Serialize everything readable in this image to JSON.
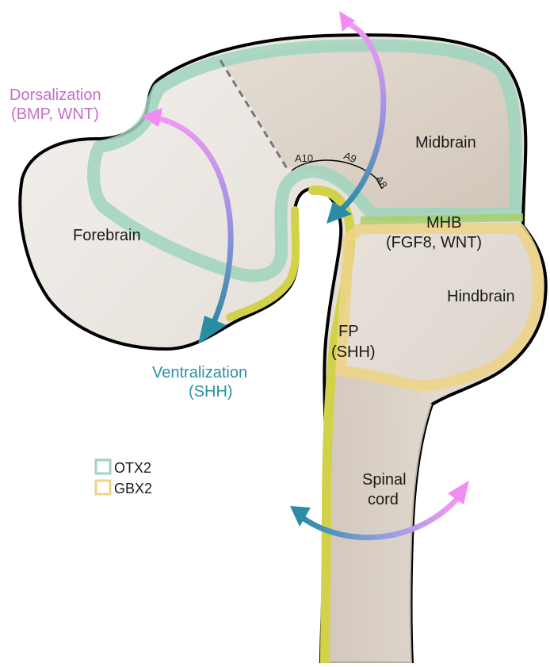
{
  "labels": {
    "dorsalization": "Dorsalization",
    "dorsalization_signals": "(BMP, WNT)",
    "ventralization": "Ventralization",
    "ventralization_signals": "(SHH)",
    "forebrain": "Forebrain",
    "midbrain": "Midbrain",
    "mhb": "MHB",
    "mhb_signals": "(FGF8, WNT)",
    "hindbrain": "Hindbrain",
    "fp": "FP",
    "fp_signals": "(SHH)",
    "spinal": "Spinal",
    "cord": "cord",
    "a10": "A10",
    "a9": "A9",
    "a8": "A8"
  },
  "legend": [
    {
      "label": "OTX2",
      "color": "#9fd5bd"
    },
    {
      "label": "GBX2",
      "color": "#ecd48a"
    }
  ],
  "colors": {
    "dorsal": "#c86ec8",
    "ventral": "#2a90a4",
    "dorsal_arrow": "#f28cf2",
    "ventral_arrow": "#2a8ca5",
    "tissue_light": "#f1efec",
    "tissue_dark": "#d9cfc4",
    "outline": "#000000",
    "floor_plate": "#d2d24a"
  }
}
